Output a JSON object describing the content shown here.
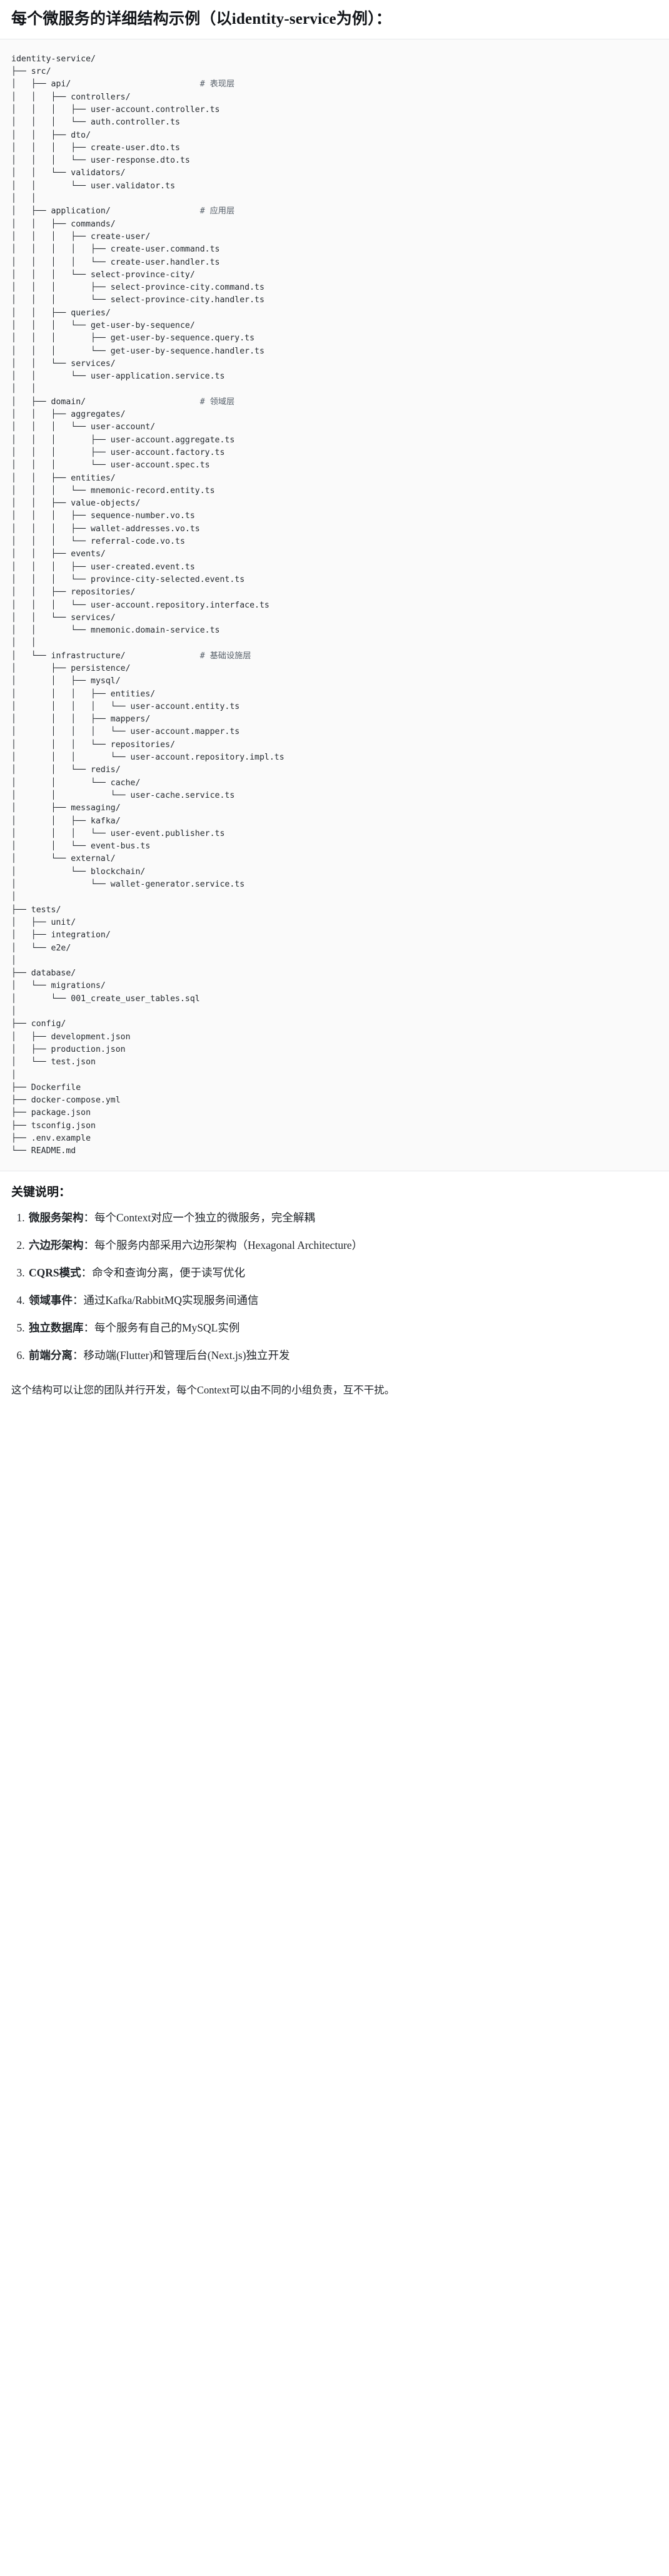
{
  "document": {
    "title": "每个微服务的详细结构示例（以identity-service为例）："
  },
  "tree": {
    "root_label": "identity-service/",
    "lines": [
      "identity-service/",
      "├── src/",
      "│   ├── api/                          # 表现层",
      "│   │   ├── controllers/",
      "│   │   │   ├── user-account.controller.ts",
      "│   │   │   └── auth.controller.ts",
      "│   │   ├── dto/",
      "│   │   │   ├── create-user.dto.ts",
      "│   │   │   └── user-response.dto.ts",
      "│   │   └── validators/",
      "│   │       └── user.validator.ts",
      "│   │",
      "│   ├── application/                  # 应用层",
      "│   │   ├── commands/",
      "│   │   │   ├── create-user/",
      "│   │   │   │   ├── create-user.command.ts",
      "│   │   │   │   └── create-user.handler.ts",
      "│   │   │   └── select-province-city/",
      "│   │   │       ├── select-province-city.command.ts",
      "│   │   │       └── select-province-city.handler.ts",
      "│   │   ├── queries/",
      "│   │   │   └── get-user-by-sequence/",
      "│   │   │       ├── get-user-by-sequence.query.ts",
      "│   │   │       └── get-user-by-sequence.handler.ts",
      "│   │   └── services/",
      "│   │       └── user-application.service.ts",
      "│   │",
      "│   ├── domain/                       # 领域层",
      "│   │   ├── aggregates/",
      "│   │   │   └── user-account/",
      "│   │   │       ├── user-account.aggregate.ts",
      "│   │   │       ├── user-account.factory.ts",
      "│   │   │       └── user-account.spec.ts",
      "│   │   ├── entities/",
      "│   │   │   └── mnemonic-record.entity.ts",
      "│   │   ├── value-objects/",
      "│   │   │   ├── sequence-number.vo.ts",
      "│   │   │   ├── wallet-addresses.vo.ts",
      "│   │   │   └── referral-code.vo.ts",
      "│   │   ├── events/",
      "│   │   │   ├── user-created.event.ts",
      "│   │   │   └── province-city-selected.event.ts",
      "│   │   ├── repositories/",
      "│   │   │   └── user-account.repository.interface.ts",
      "│   │   └── services/",
      "│   │       └── mnemonic.domain-service.ts",
      "│   │",
      "│   └── infrastructure/               # 基础设施层",
      "│       ├── persistence/",
      "│       │   ├── mysql/",
      "│       │   │   ├── entities/",
      "│       │   │   │   └── user-account.entity.ts",
      "│       │   │   ├── mappers/",
      "│       │   │   │   └── user-account.mapper.ts",
      "│       │   │   └── repositories/",
      "│       │   │       └── user-account.repository.impl.ts",
      "│       │   └── redis/",
      "│       │       └── cache/",
      "│       │           └── user-cache.service.ts",
      "│       ├── messaging/",
      "│       │   ├── kafka/",
      "│       │   │   └── user-event.publisher.ts",
      "│       │   └── event-bus.ts",
      "│       └── external/",
      "│           └── blockchain/",
      "│               └── wallet-generator.service.ts",
      "│",
      "├── tests/",
      "│   ├── unit/",
      "│   ├── integration/",
      "│   └── e2e/",
      "│",
      "├── database/",
      "│   └── migrations/",
      "│       └── 001_create_user_tables.sql",
      "│",
      "├── config/",
      "│   ├── development.json",
      "│   ├── production.json",
      "│   └── test.json",
      "│",
      "├── Dockerfile",
      "├── docker-compose.yml",
      "├── package.json",
      "├── tsconfig.json",
      "├── .env.example",
      "└── README.md"
    ],
    "layer_comments": [
      {
        "path": "src/api/",
        "comment": "# 表现层"
      },
      {
        "path": "src/application/",
        "comment": "# 应用层"
      },
      {
        "path": "src/domain/",
        "comment": "# 领域层"
      },
      {
        "path": "src/infrastructure/",
        "comment": "# 基础设施层"
      }
    ]
  },
  "notes": {
    "heading": "关键说明：",
    "items": [
      {
        "label": "微服务架构",
        "text": "：每个Context对应一个独立的微服务，完全解耦"
      },
      {
        "label": "六边形架构",
        "text": "：每个服务内部采用六边形架构（Hexagonal Architecture）"
      },
      {
        "label": "CQRS模式",
        "text": "：命令和查询分离，便于读写优化"
      },
      {
        "label": "领域事件",
        "text": "：通过Kafka/RabbitMQ实现服务间通信"
      },
      {
        "label": "独立数据库",
        "text": "：每个服务有自己的MySQL实例"
      },
      {
        "label": "前端分离",
        "text": "：移动端(Flutter)和管理后台(Next.js)独立开发"
      }
    ],
    "closing": "这个结构可以让您的团队并行开发，每个Context可以由不同的小组负责，互不干扰。"
  },
  "colors": {
    "code_background": "#fafafa",
    "text": "#1f2328",
    "comment": "#57606a",
    "divider": "#e6e8eb"
  }
}
